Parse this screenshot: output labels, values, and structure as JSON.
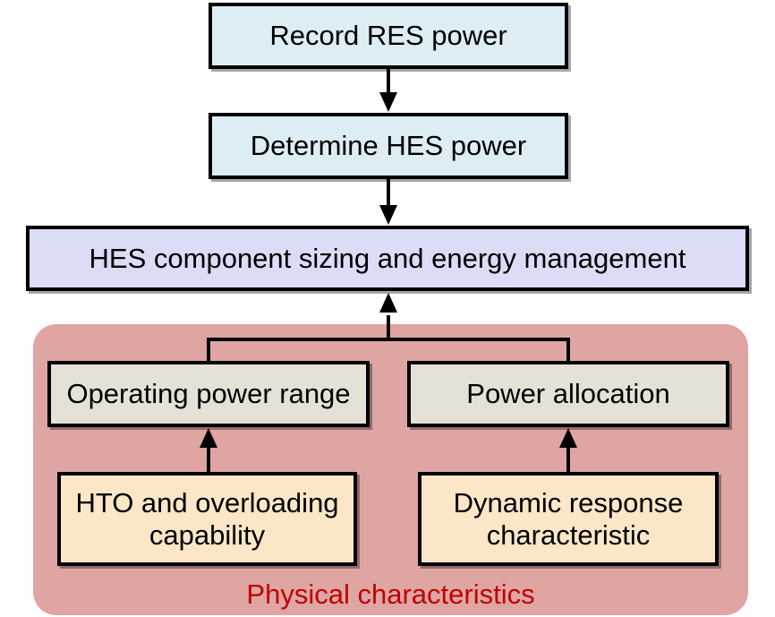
{
  "flowchart": {
    "steps": [
      {
        "id": "record",
        "label": "Record RES power"
      },
      {
        "id": "determine",
        "label": "Determine HES power"
      },
      {
        "id": "hes",
        "label": "HES component sizing and energy management"
      }
    ],
    "physical_group": {
      "caption": "Physical characteristics",
      "factors": [
        {
          "id": "operating",
          "label": "Operating power range"
        },
        {
          "id": "power_allocation",
          "label": "Power allocation"
        },
        {
          "id": "hto",
          "label": "HTO and overloading capability"
        },
        {
          "id": "dynamic",
          "label": "Dynamic response characteristic"
        }
      ]
    },
    "edges": [
      {
        "from": "record",
        "to": "determine"
      },
      {
        "from": "determine",
        "to": "hes"
      },
      {
        "from": [
          "operating",
          "power_allocation"
        ],
        "to": "hes"
      },
      {
        "from": "hto",
        "to": "operating"
      },
      {
        "from": "dynamic",
        "to": "power_allocation"
      }
    ]
  },
  "colors": {
    "blue": "#DDEDF4",
    "lavender": "#DBDCF6",
    "gray": "#E6E1D7",
    "peach": "#FBE7C7",
    "pink": "#DEA5A3",
    "red": "#C00000",
    "line": "#000000"
  }
}
